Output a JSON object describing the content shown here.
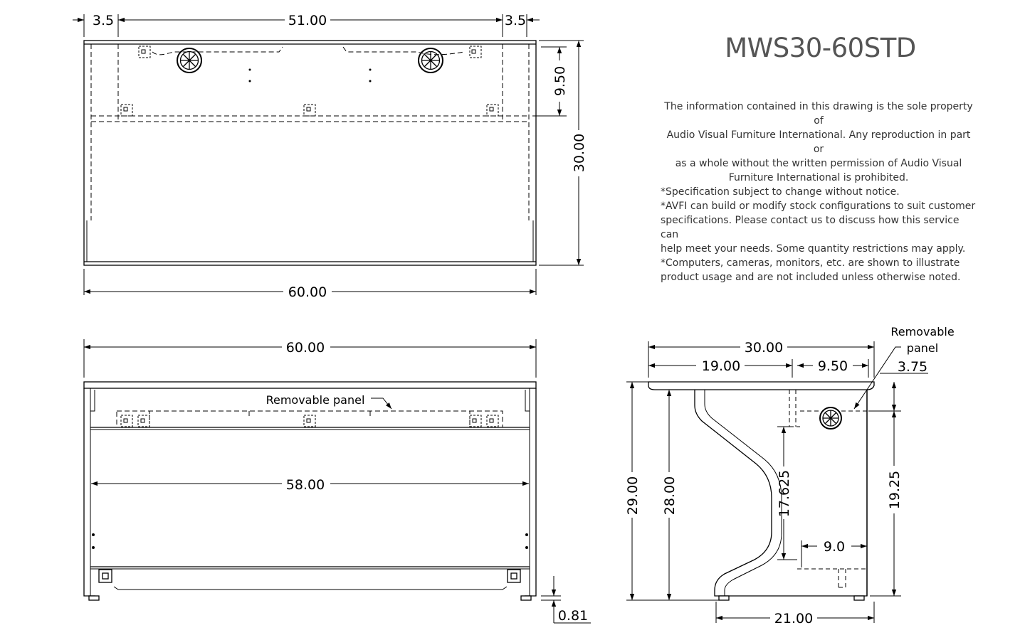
{
  "title": "MWS30-60STD",
  "notes": {
    "ownership": [
      "The information contained in this drawing is the sole property of",
      "Audio Visual Furniture International. Any reproduction in part or",
      "as a whole without the written permission of Audio Visual",
      "Furniture International is prohibited."
    ],
    "spec": "*Specification subject to change without notice.",
    "avfi": [
      "*AVFI can build or modify stock configurations to suit customer",
      "specifications. Please contact us to discuss how this service can",
      "help meet your needs. Some quantity restrictions may apply."
    ],
    "computers": [
      "*Computers, cameras, monitors, etc. are shown to illustrate",
      "product usage and are not included unless otherwise noted."
    ]
  },
  "top_view": {
    "dims": {
      "left_inset": "3.5",
      "inner_span": "51.00",
      "right_inset": "3.5",
      "grommet_depth": "9.50",
      "depth": "30.00",
      "width": "60.00"
    }
  },
  "front_view": {
    "dims": {
      "width": "60.00",
      "inner_width": "58.00",
      "foot_height": "0.81"
    },
    "panel_label": "Removable panel"
  },
  "side_view": {
    "dims": {
      "depth": "30.00",
      "front_to_panel": "19.00",
      "panel_to_grommet": "9.50",
      "rear_offset": "3.75",
      "overall_height": "29.00",
      "work_height": "28.00",
      "under_clear": "17.625",
      "rear_height": "19.25",
      "base_setback": "9.0",
      "base_depth": "21.00"
    },
    "panel_label_line1": "Removable",
    "panel_label_line2": "panel"
  }
}
